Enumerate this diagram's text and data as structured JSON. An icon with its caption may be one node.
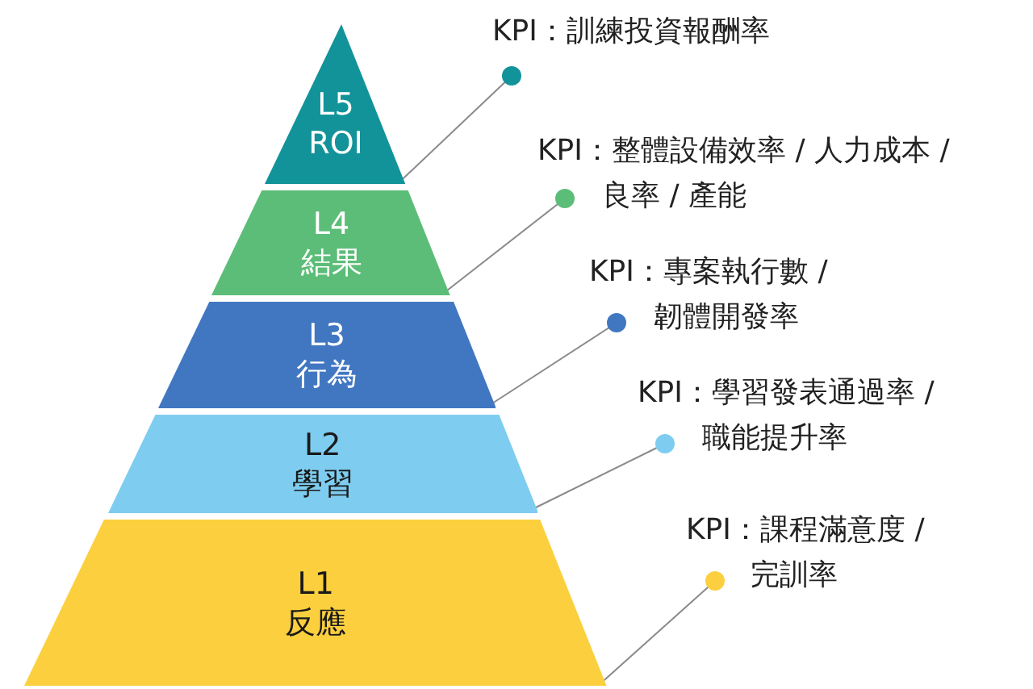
{
  "diagram": {
    "nodes": [
      {
        "text": [
          "L5",
          "ROI"
        ]
      },
      {
        "text": [
          "L4",
          "結果"
        ]
      },
      {
        "text": [
          "L3",
          "行為"
        ]
      },
      {
        "text": [
          "L2",
          "學習"
        ]
      },
      {
        "text": [
          "L1",
          "反應"
        ]
      },
      {
        "text": [
          "KPI：訓練投資報酬率"
        ]
      },
      {
        "text": [
          "KPI：整體設備效率 / 人力成本 / 良率 / 產能"
        ]
      },
      {
        "text": [
          "KPI：專案執行數 / 韌體開發率"
        ]
      },
      {
        "text": [
          "KPI：學習發表通過率 / 職能提升率"
        ]
      },
      {
        "text": [
          "KPI：課程滿意度 / 完訓率"
        ]
      }
    ],
    "edges": [
      {
        "from": 5,
        "to": 0,
        "arrow": "other"
      },
      {
        "from": 6,
        "to": 1,
        "arrow": "other"
      },
      {
        "from": 7,
        "to": 2,
        "arrow": "other"
      },
      {
        "from": 8,
        "to": 3,
        "arrow": "other"
      },
      {
        "from": 9,
        "to": 4,
        "arrow": "other"
      }
    ]
  }
}
